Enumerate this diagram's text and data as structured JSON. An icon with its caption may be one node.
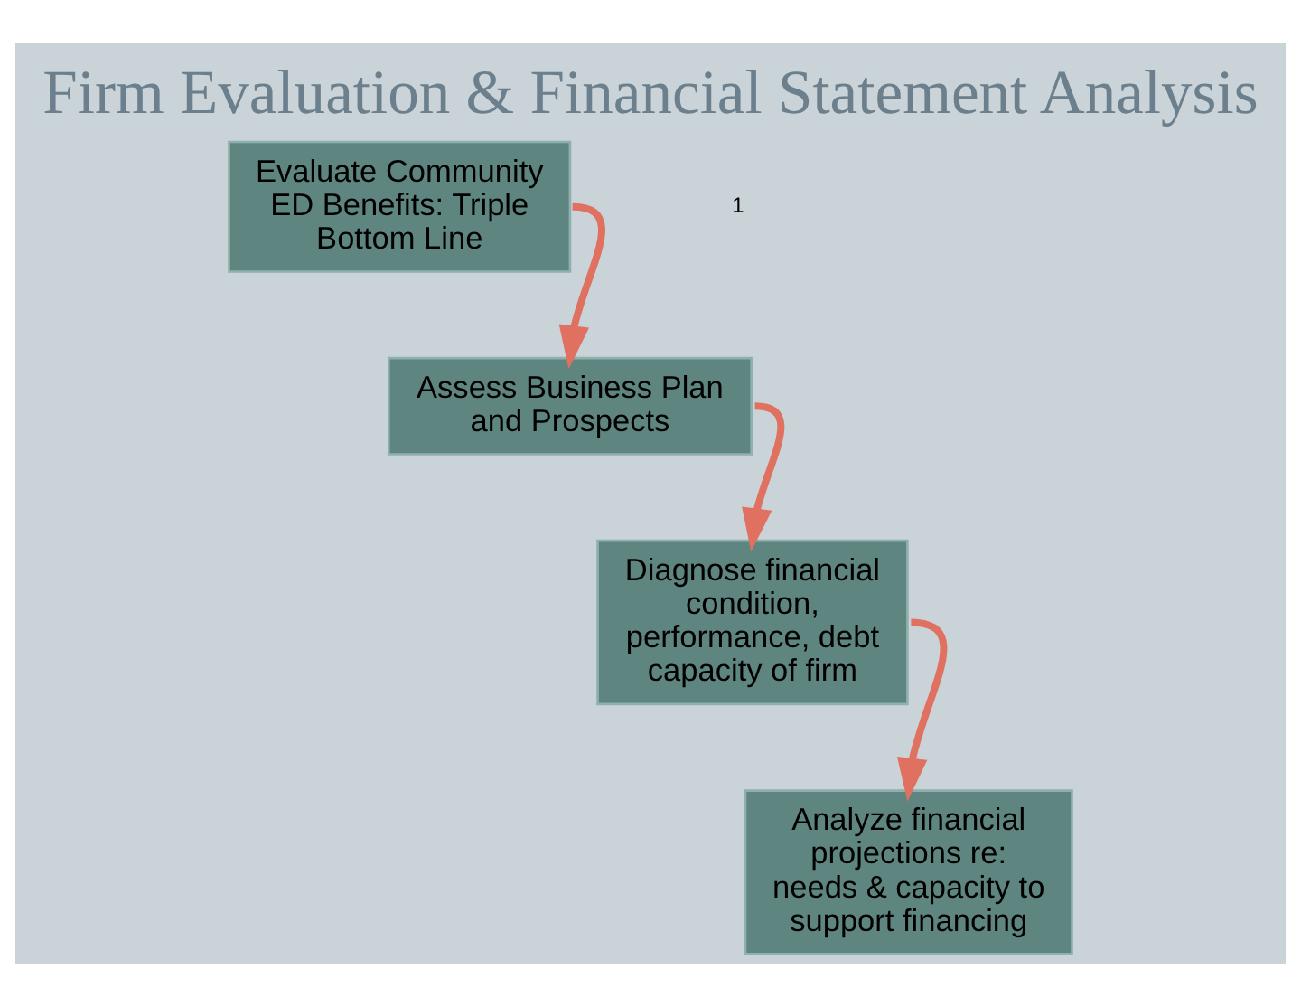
{
  "diagram": {
    "title": "Firm Evaluation & Financial Statement Analysis",
    "nodes": [
      {
        "text": [
          "Evaluate Community ED Benefits: Triple Bottom Line"
        ]
      },
      {
        "text": [
          "Assess Business Plan and Prospects"
        ]
      },
      {
        "text": [
          "Diagnose financial condition, performance, debt capacity of firm"
        ]
      },
      {
        "text": [
          "Analyze financial projections re: needs & capacity to support financing"
        ]
      }
    ],
    "edges": [
      {
        "from": 0,
        "to": 1,
        "arrow": "to"
      },
      {
        "from": 1,
        "to": 2,
        "arrow": "to"
      },
      {
        "from": 2,
        "to": 3,
        "arrow": "to"
      }
    ],
    "labels": [
      "1"
    ]
  }
}
